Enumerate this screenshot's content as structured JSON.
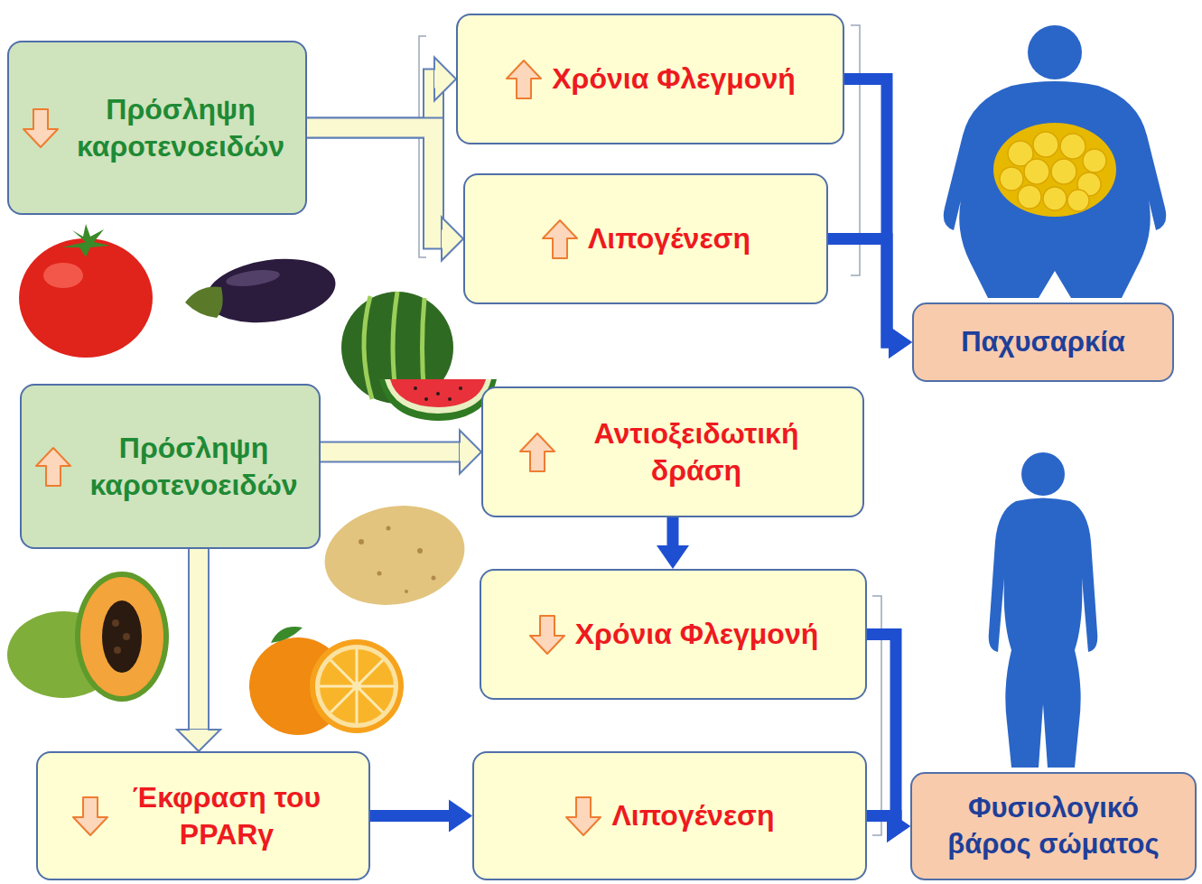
{
  "diagram": {
    "nodes": [
      {
        "text": [
          "Πρόσληψη καροτενοειδών"
        ]
      },
      {
        "text": [
          "Χρόνια Φλεγμονή"
        ]
      },
      {
        "text": [
          "Λιπογένεση"
        ]
      },
      {
        "text": [
          "Παχυσαρκία"
        ]
      },
      {
        "text": [
          "Πρόσληψη καροτενοειδών"
        ]
      },
      {
        "text": [
          "Αντιοξειδωτική δράση"
        ]
      },
      {
        "text": [
          "Χρόνια Φλεγμονή"
        ]
      },
      {
        "text": [
          "Έκφραση του PPARγ"
        ]
      },
      {
        "text": [
          "Λιπογένεση"
        ]
      },
      {
        "text": [
          "Φυσιολογικό βάρος σώματος"
        ]
      }
    ],
    "edges": [
      {
        "from": 0,
        "to": 1,
        "arrow": "to"
      },
      {
        "from": 0,
        "to": 2,
        "arrow": "to"
      },
      {
        "from": 1,
        "to": 3,
        "arrow": "to"
      },
      {
        "from": 2,
        "to": 3,
        "arrow": "to"
      },
      {
        "from": 4,
        "to": 5,
        "arrow": "to"
      },
      {
        "from": 4,
        "to": 7,
        "arrow": "to"
      },
      {
        "from": 5,
        "to": 6,
        "arrow": "to"
      },
      {
        "from": 7,
        "to": 8,
        "arrow": "to"
      },
      {
        "from": 6,
        "to": 9,
        "arrow": "to"
      },
      {
        "from": 8,
        "to": 9,
        "arrow": "to"
      }
    ]
  }
}
